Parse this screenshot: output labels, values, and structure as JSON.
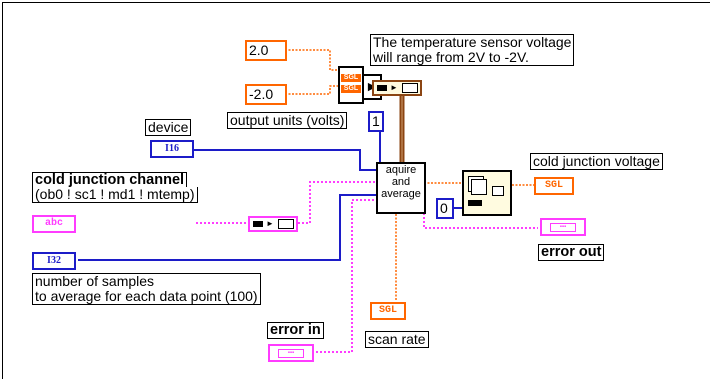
{
  "consts": {
    "high": "2.0",
    "low": "-2.0",
    "units": "1",
    "zero": "0"
  },
  "labels": {
    "note": "The temperature sensor voltage\nwill range from 2V to -2V.",
    "output_units": "output units (volts)",
    "device": "device",
    "channel_title": "cold junction channel",
    "channel_sub": "(ob0 ! sc1 ! md1 ! mtemp)",
    "samples": "number of samples\nto average for each data point (100)",
    "error_in": "error in",
    "scan_rate": "scan rate",
    "cjv": "cold junction voltage",
    "error_out": "error out"
  },
  "terminals": {
    "device_type": "I16",
    "channel_type": "abc",
    "samples_type": "I32",
    "scan_rate_type": "SGL",
    "cjv_type": "SGL",
    "bundle_sgl": "SGL"
  },
  "vi": {
    "aquire": "aquire\nand\naverage"
  },
  "colors": {
    "orange": "#ff6600",
    "blue": "#1c1cc8",
    "pink": "#ff3cff",
    "brown": "#8b4513"
  }
}
